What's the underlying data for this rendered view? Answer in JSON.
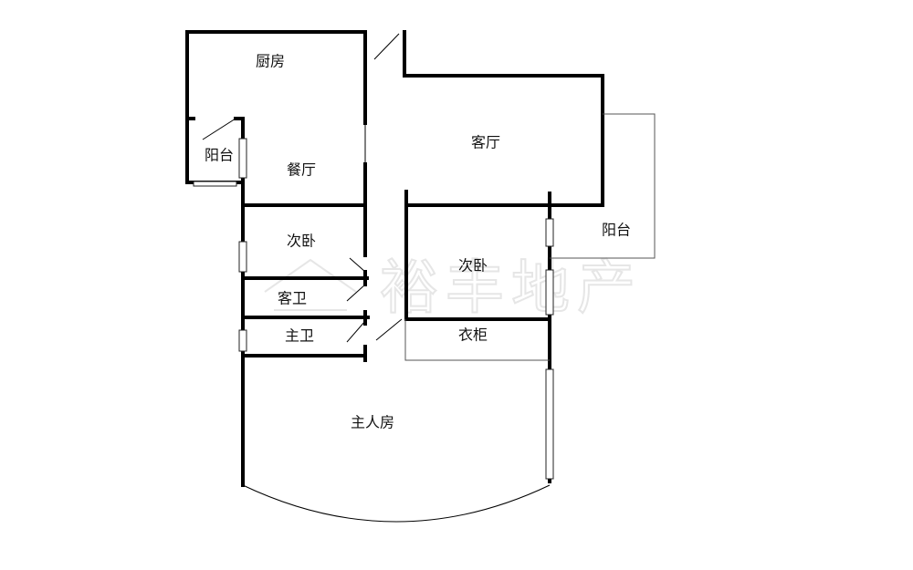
{
  "rooms": {
    "kitchen": "厨房",
    "balcony_small": "阳台",
    "dining": "餐厅",
    "living": "客厅",
    "balcony_large": "阳台",
    "bedroom_left": "次卧",
    "bedroom_right": "次卧",
    "guest_bath": "客卫",
    "master_bath": "主卫",
    "wardrobe": "衣柜",
    "master_bedroom": "主人房"
  },
  "watermark": "裕丰地产"
}
